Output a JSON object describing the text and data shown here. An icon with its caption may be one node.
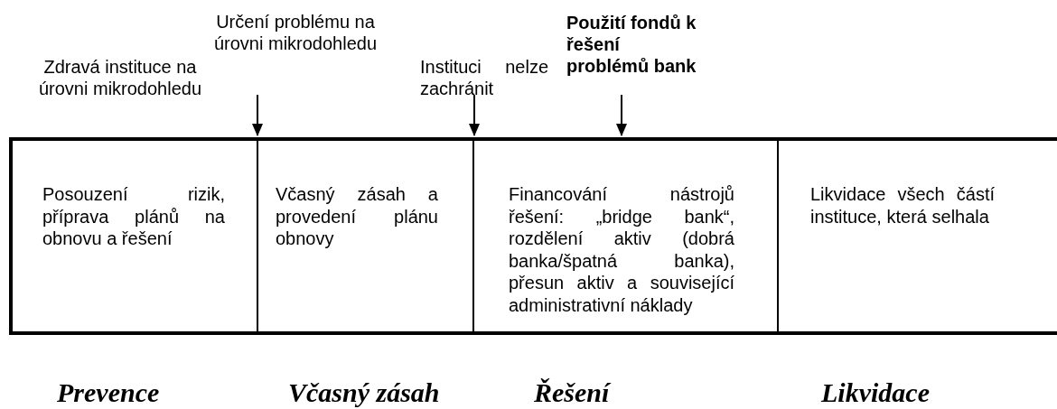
{
  "diagram": {
    "nodes": [
      {
        "text": [
          "Určení problému na úrovni mikrodohledu"
        ]
      },
      {
        "text": [
          "Instituci nelze zachránit"
        ]
      },
      {
        "text": [
          "Použití fondů k řešení problémů bank"
        ]
      },
      {
        "text": [],
        "shape": "box"
      },
      {
        "text": [
          "Posouzení rizik, příprava plánů na obnovu a řešení"
        ],
        "in": 3
      },
      {
        "text": [
          "Včasný zásah a provedení plánu obnovy"
        ],
        "in": 3
      },
      {
        "text": [
          "Financování nástrojů řešení: „bridge bank“, rozdělení aktiv (dobrá banka/špatná banka), přesun aktiv a související administrativní náklady"
        ],
        "in": 3
      },
      {
        "text": [
          "Likvidace všech částí instituce, která selhala"
        ],
        "in": 3
      }
    ],
    "edges": [
      {
        "from": 0,
        "to": 3,
        "arrow": "to"
      },
      {
        "from": 1,
        "to": 3,
        "arrow": "to"
      },
      {
        "from": 2,
        "to": 3,
        "arrow": "to"
      }
    ],
    "labels": [
      "Zdravá instituce na úrovni mikrodohledu",
      "Prevence",
      "Včasný zásah",
      "Řešení",
      "Likvidace"
    ]
  }
}
